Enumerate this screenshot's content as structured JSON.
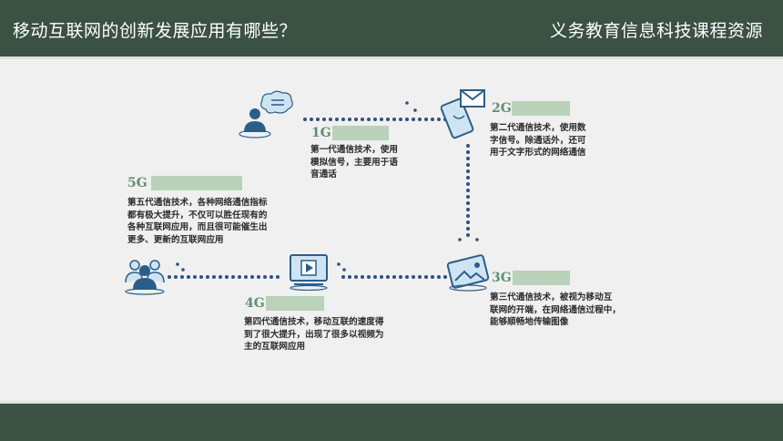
{
  "header": {
    "title": "移动互联网的创新发展应用有哪些？",
    "source": "义务教育信息科技课程资源",
    "background_color": "#3a5143",
    "text_color": "#ffffff"
  },
  "footer": {
    "background_color": "#3a5143"
  },
  "accent_colors": {
    "label_text": "#5f8f73",
    "label_bar": "#b9d2b9",
    "connector": "#2f4f7f",
    "icon_fill": "#2a5e8a",
    "icon_light": "#cfe4f3"
  },
  "generations": [
    {
      "id": "1G",
      "label": "1G",
      "icon": "person-chat-icon",
      "lines": [
        "第一代通信技术，使用",
        "模拟信号，主要用于语",
        "音通话"
      ]
    },
    {
      "id": "2G",
      "label": "2G",
      "icon": "phone-mail-icon",
      "lines": [
        "第二代通信技术，使用数",
        "字信号。除通话外，还可",
        "用于文字形式的网络通信"
      ]
    },
    {
      "id": "3G",
      "label": "3G",
      "icon": "tablet-image-icon",
      "lines": [
        "第三代通信技术，被视为移动互",
        "联网的开端，在网络通信过程中，",
        "能够顺畅地传输图像"
      ]
    },
    {
      "id": "4G",
      "label": "4G",
      "icon": "video-player-icon",
      "lines": [
        "第四代通信技术，移动互联的速度得",
        "到了很大提升，出现了很多以视频为",
        "主的互联网应用"
      ]
    },
    {
      "id": "5G",
      "label": "5G",
      "icon": "group-people-icon",
      "lines": [
        "第五代通信技术，各种网络通信指标",
        "都有极大提升，不仅可以胜任现有的",
        "各种互联网应用，而且很可能催生出",
        "更多、更新的互联网应用"
      ]
    }
  ]
}
